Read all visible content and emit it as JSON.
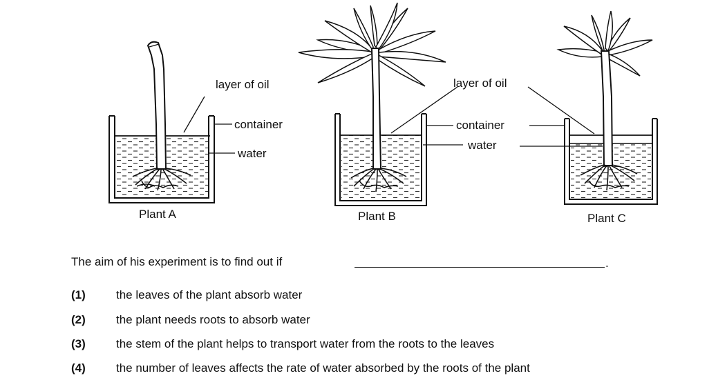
{
  "diagram": {
    "plants": [
      {
        "label": "Plant A"
      },
      {
        "label": "Plant B"
      },
      {
        "label": "Plant C"
      }
    ],
    "labels": {
      "oil": "layer of oil",
      "container": "container",
      "water": "water"
    }
  },
  "question": {
    "stem": "The aim of his experiment is to find out if",
    "blank_end": ".",
    "options": [
      {
        "num": "(1)",
        "text": "the leaves of the plant absorb water"
      },
      {
        "num": "(2)",
        "text": "the plant needs roots to absorb water"
      },
      {
        "num": "(3)",
        "text": "the stem of the plant helps to transport water from the roots to the leaves"
      },
      {
        "num": "(4)",
        "text": "the number of leaves affects the rate of water absorbed by the roots of the plant"
      }
    ]
  }
}
